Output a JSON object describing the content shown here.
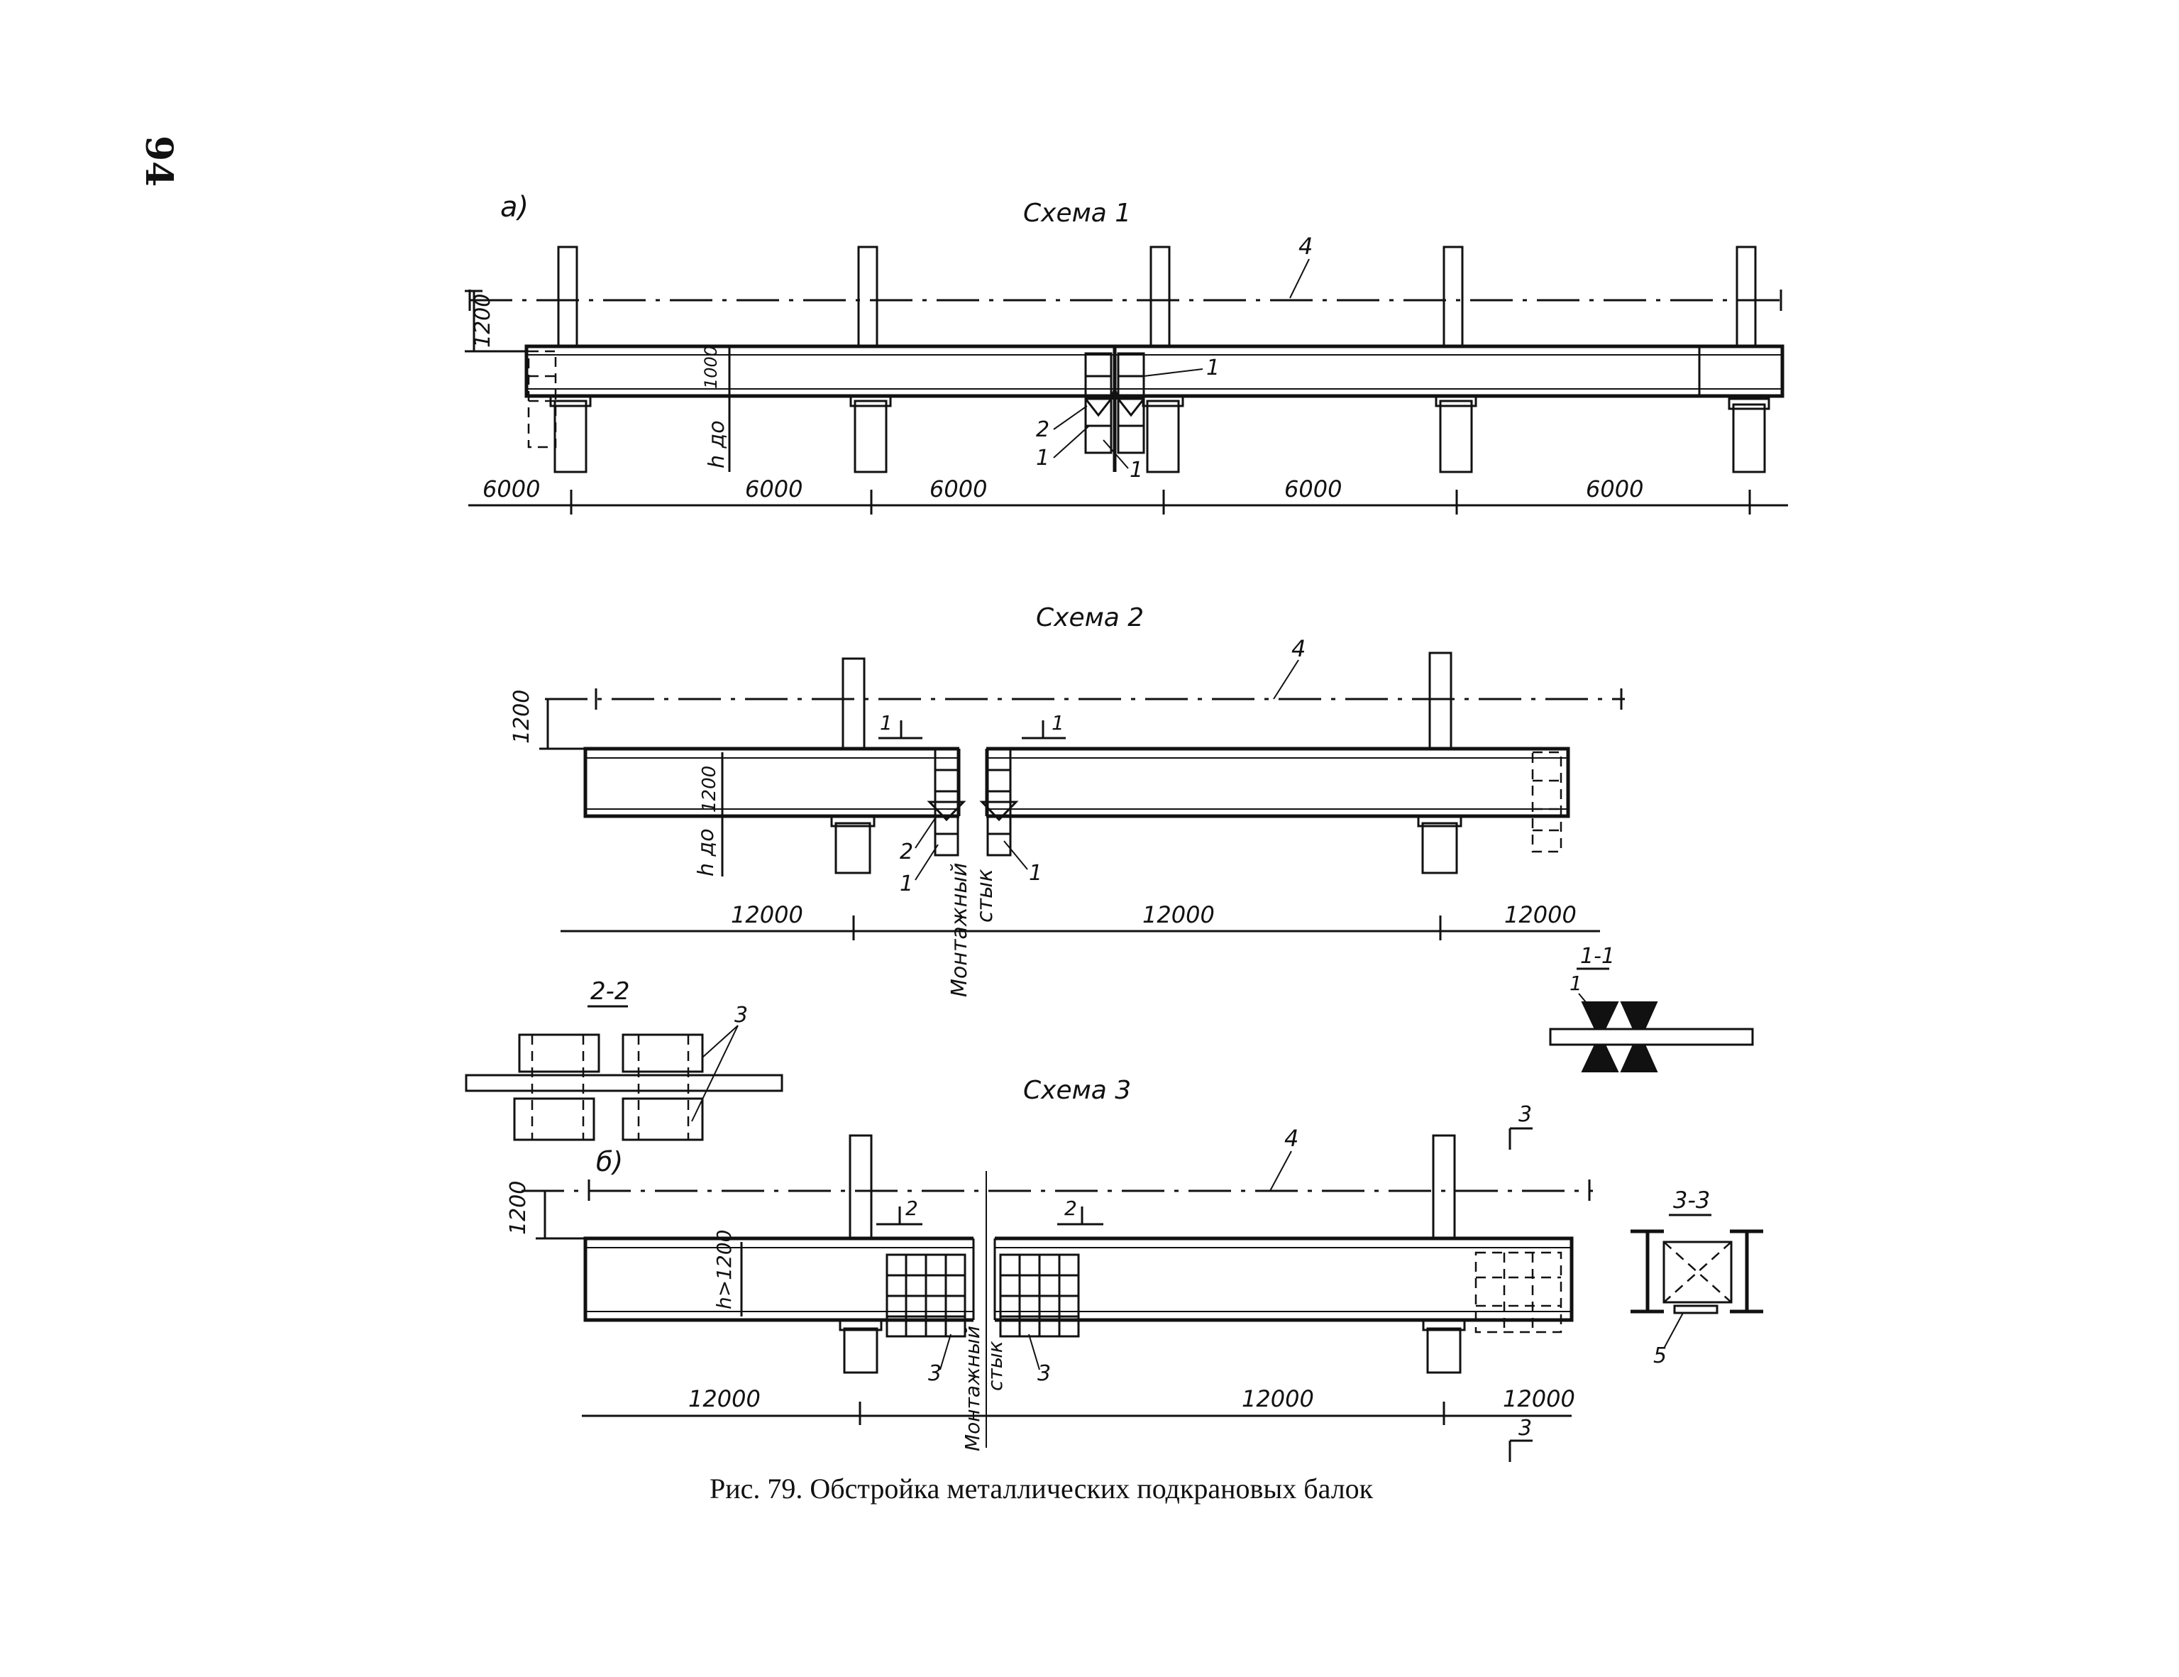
{
  "page": {
    "number": "94"
  },
  "caption": "Рис. 79. Обстройка металлических подкрановых балок",
  "figure_labels": {
    "a": "а)",
    "b": "б)"
  },
  "scheme1": {
    "title": "Схема 1",
    "dim_vertical": "1200",
    "beam_height": "1000",
    "h_label": "h до",
    "spans": [
      "6000",
      "6000",
      "6000",
      "6000",
      "6000"
    ],
    "callouts": {
      "axis": "4",
      "one_a": "1",
      "two": "2",
      "one_b": "1",
      "one_c": "1"
    }
  },
  "scheme2": {
    "title": "Схема 2",
    "dim_vertical": "1200",
    "beam_height": "1200",
    "h_label": "h до",
    "spans": [
      "12000",
      "12000",
      "12000"
    ],
    "joint_label": [
      "Монтажный",
      "стык"
    ],
    "section_marks": [
      "1",
      "1"
    ],
    "callouts": {
      "axis": "4",
      "two": "2",
      "one_a": "1",
      "one_b": "1"
    }
  },
  "section_2_2": {
    "title": "2-2",
    "callout": "3"
  },
  "section_1_1": {
    "title": "1-1",
    "callout": "1"
  },
  "scheme3": {
    "title": "Схема 3",
    "dim_vertical": "1200",
    "h_label": "h>1200",
    "spans": [
      "12000",
      "12000",
      "12000"
    ],
    "joint_label": [
      "Монтажный",
      "стык"
    ],
    "section_marks": [
      "2",
      "2"
    ],
    "section_cut": [
      "3",
      "3"
    ],
    "callouts": {
      "axis": "4",
      "three_a": "3",
      "three_b": "3"
    }
  },
  "section_3_3": {
    "title": "3-3",
    "callout": "5"
  }
}
